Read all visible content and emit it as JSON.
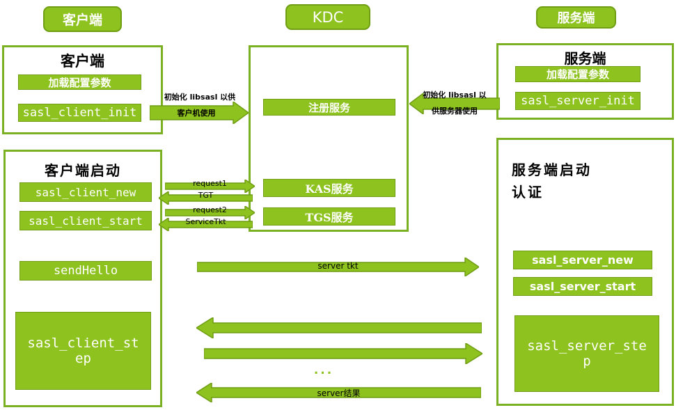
{
  "colors": {
    "green_fill": "#8dc21f",
    "green_border": "#6f9d13",
    "box_border": "#7ab021",
    "text_on_green": "#ffffff",
    "label_text": "#000000"
  },
  "headers": {
    "client": "客户端",
    "kdc": "KDC",
    "server": "服务端"
  },
  "client_setup": {
    "title": "客户端",
    "load_config": "加载配置参数",
    "init": "sasl_client_init"
  },
  "client_start": {
    "title": "客户端启动",
    "new": "sasl_client_new",
    "start": "sasl_client_start",
    "send_hello": "sendHello",
    "step": "sasl_client_step"
  },
  "kdc": {
    "register": "注册服务",
    "kas": "KAS服务",
    "tgs": "TGS服务"
  },
  "server_setup": {
    "title": "服务端",
    "load_config": "加载配置参数",
    "init": "sasl_server_init"
  },
  "server_start": {
    "title_line1": "服务端启动",
    "title_line2": "认证",
    "new": "sasl_server_new",
    "start": "sasl_server_start",
    "step": "sasl_server_step"
  },
  "arrows": {
    "client_init_line1": "初始化 libsasl 以供",
    "client_init_line2": "客户机使用",
    "server_init_line1": "初始化 libsasl 以",
    "server_init_line2": "供服务器使用",
    "request1": "request1",
    "tgt": "TGT",
    "request2": "request2",
    "service_tkt": "ServiceTkt",
    "server_tkt": "server tkt",
    "ellipsis": "...",
    "server_result": "server结果"
  }
}
